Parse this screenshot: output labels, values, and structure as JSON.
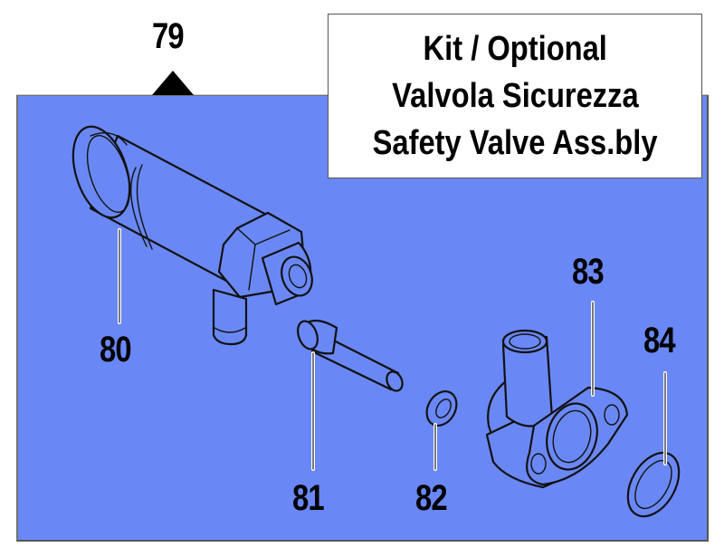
{
  "diagram": {
    "assembly_reference": "79",
    "callout": {
      "lines": [
        "Kit / Optional",
        "Valvola Sicurezza",
        "Safety Valve Ass.bly"
      ]
    },
    "parts": [
      {
        "number": "80",
        "description_icon": "valve-body-icon"
      },
      {
        "number": "81",
        "description_icon": "pin-icon"
      },
      {
        "number": "82",
        "description_icon": "washer-icon"
      },
      {
        "number": "83",
        "description_icon": "flange-fitting-icon"
      },
      {
        "number": "84",
        "description_icon": "o-ring-icon"
      }
    ],
    "colors": {
      "panel_background": "#6a88f5",
      "panel_border": "#6f6f6f",
      "callout_background": "#ffffff",
      "text": "#000000",
      "leader_line": "#ffffff"
    }
  }
}
